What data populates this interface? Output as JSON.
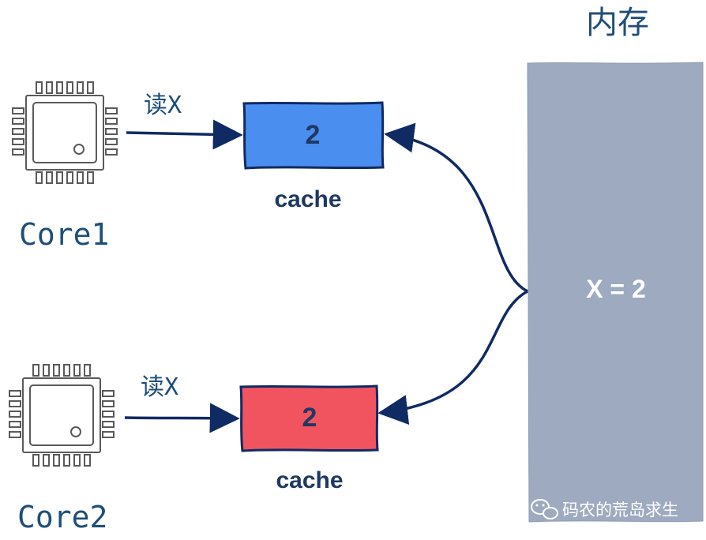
{
  "memory": {
    "title": "内存",
    "value": "X = 2",
    "color": "#9daac0"
  },
  "cores": [
    {
      "name": "Core1",
      "read_label": "读X",
      "cache_value": "2",
      "cache_label": "cache",
      "cache_color": "#4a8ef0"
    },
    {
      "name": "Core2",
      "read_label": "读X",
      "cache_value": "2",
      "cache_label": "cache",
      "cache_color": "#f2545f"
    }
  ],
  "watermark": {
    "icon": "wechat-icon",
    "text": "码农的荒岛求生"
  },
  "colors": {
    "arrow": "#102a64",
    "chip": "#5a5a5a",
    "text_dark": "#1f3864"
  }
}
